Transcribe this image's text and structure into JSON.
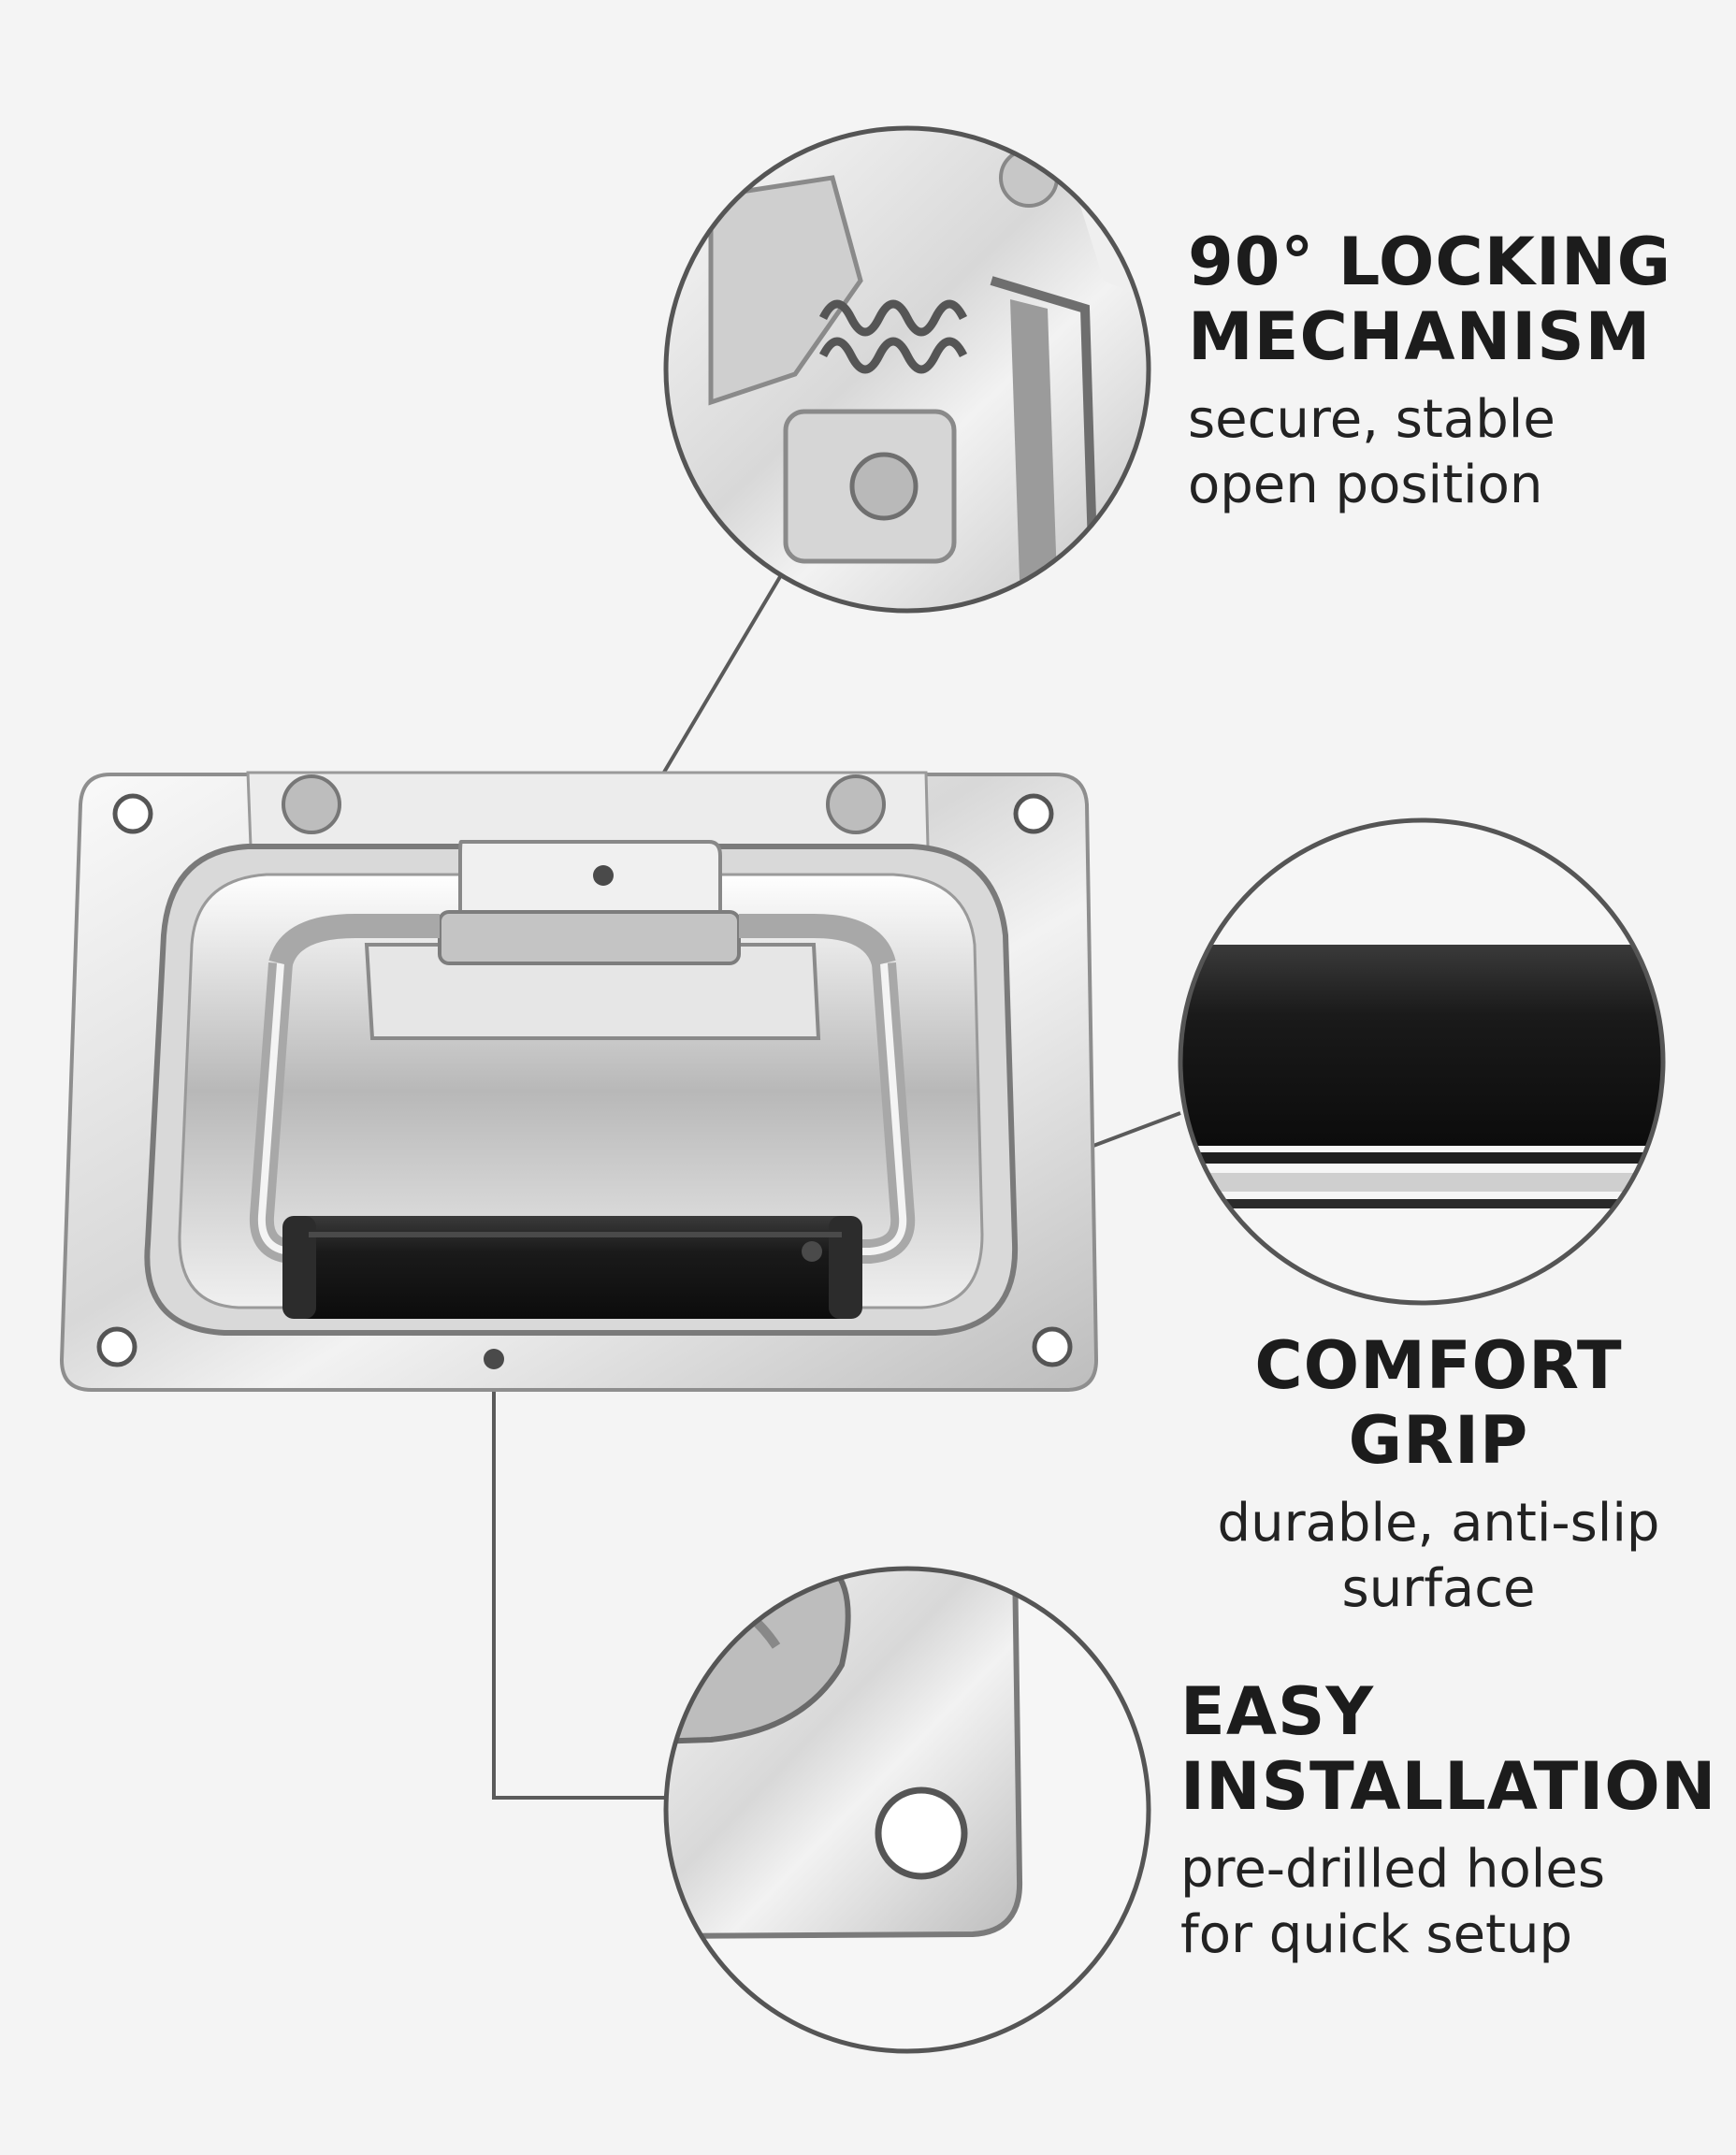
{
  "features": [
    {
      "title_line1": "90° LOCKING",
      "title_line2": "MECHANISM",
      "desc_line1": "secure, stable",
      "desc_line2": "open position",
      "icon": "spring-lock-detail-icon"
    },
    {
      "title_line1": "COMFORT GRIP",
      "desc_line1": "durable, anti-slip",
      "desc_line2": "surface",
      "icon": "rubber-grip-detail-icon"
    },
    {
      "title_line1": "EASY",
      "title_line2": "INSTALLATION",
      "desc_line1": "pre-drilled holes",
      "desc_line2": "for quick setup",
      "icon": "mounting-hole-detail-icon"
    }
  ],
  "colors": {
    "background": "#f4f4f4",
    "callout_ring": "#555555",
    "chrome_light": "#f6f6f6",
    "chrome_dark": "#8a8a8a",
    "grip": "#1a1a1a",
    "text": "#1c1c1c"
  }
}
